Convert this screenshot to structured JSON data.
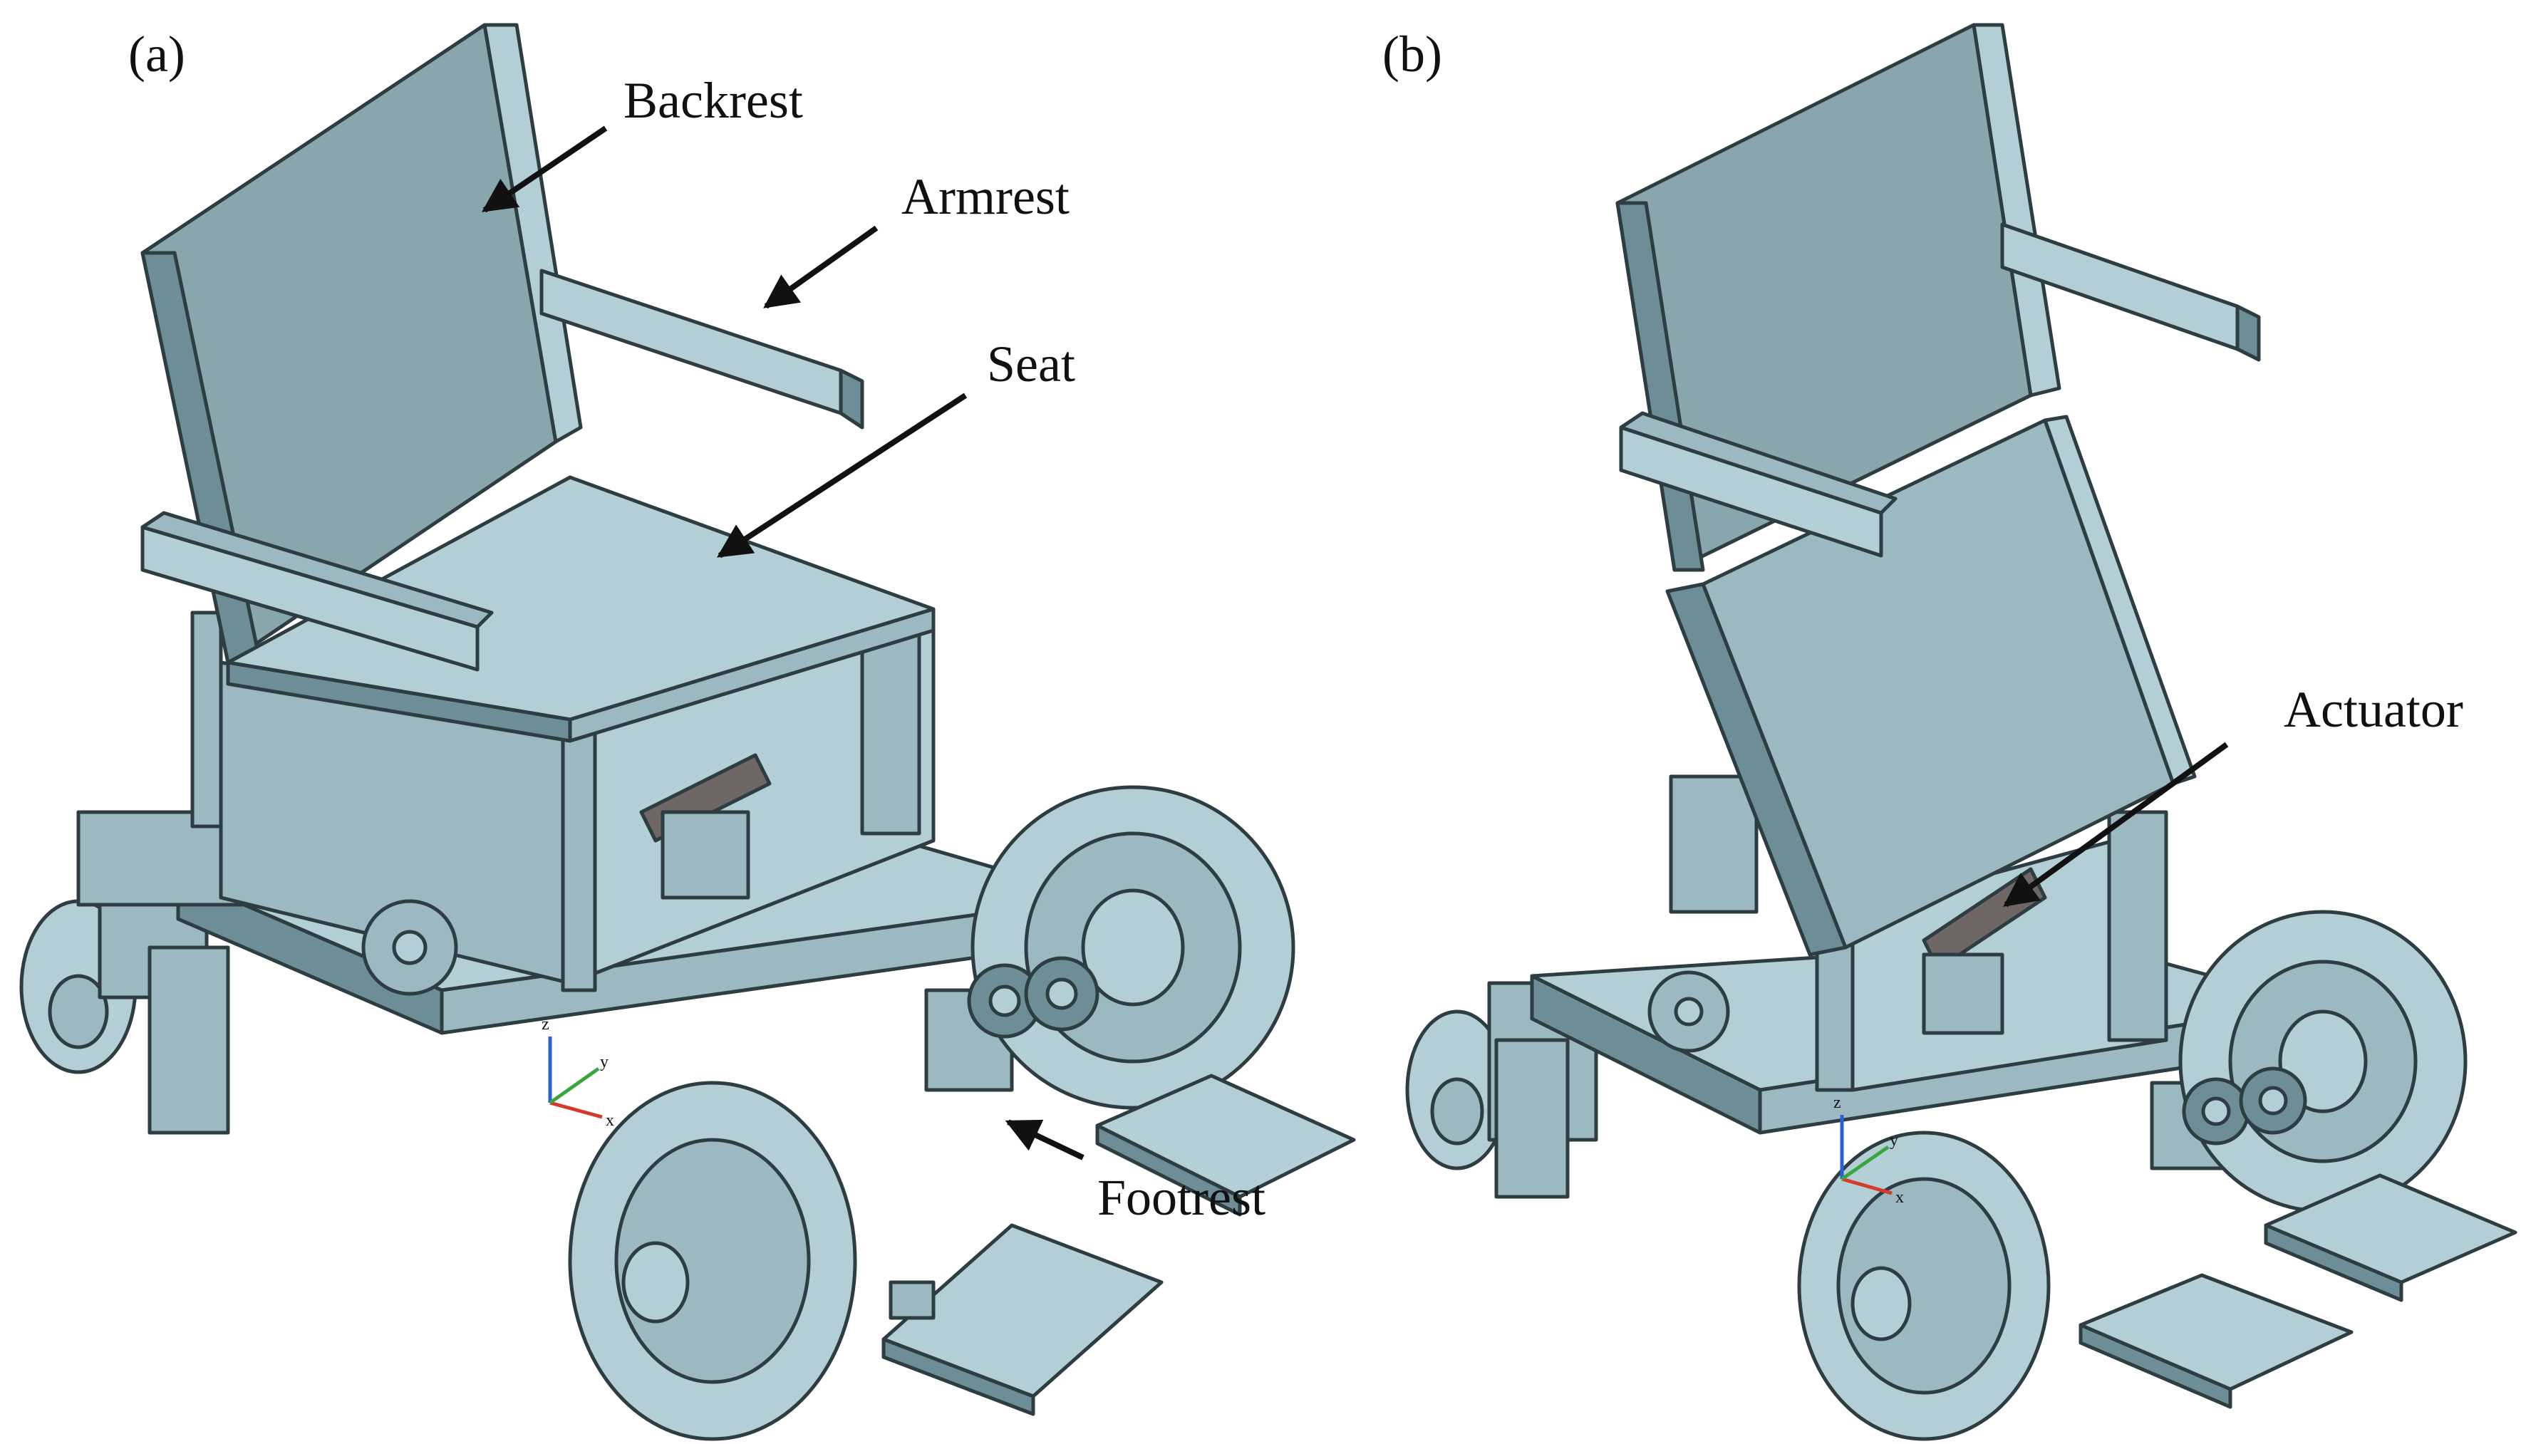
{
  "panel_a": {
    "tag": "(a)",
    "labels": {
      "backrest": "Backrest",
      "armrest": "Armrest",
      "seat": "Seat",
      "footrest": "Footrest"
    }
  },
  "panel_b": {
    "tag": "(b)",
    "labels": {
      "actuator": "Actuator"
    }
  },
  "axis_labels": {
    "x": "x",
    "y": "y",
    "z": "z"
  },
  "colors": {
    "body": "#9cb8c0",
    "body_light": "#b4ced5",
    "body_dark": "#6e8e97",
    "outline": "#2d3d42",
    "actuator": "#6f6766",
    "arrow": "#111111",
    "axis_x": "#d63a2a",
    "axis_y": "#3aa640",
    "axis_z": "#2a5fd6"
  }
}
